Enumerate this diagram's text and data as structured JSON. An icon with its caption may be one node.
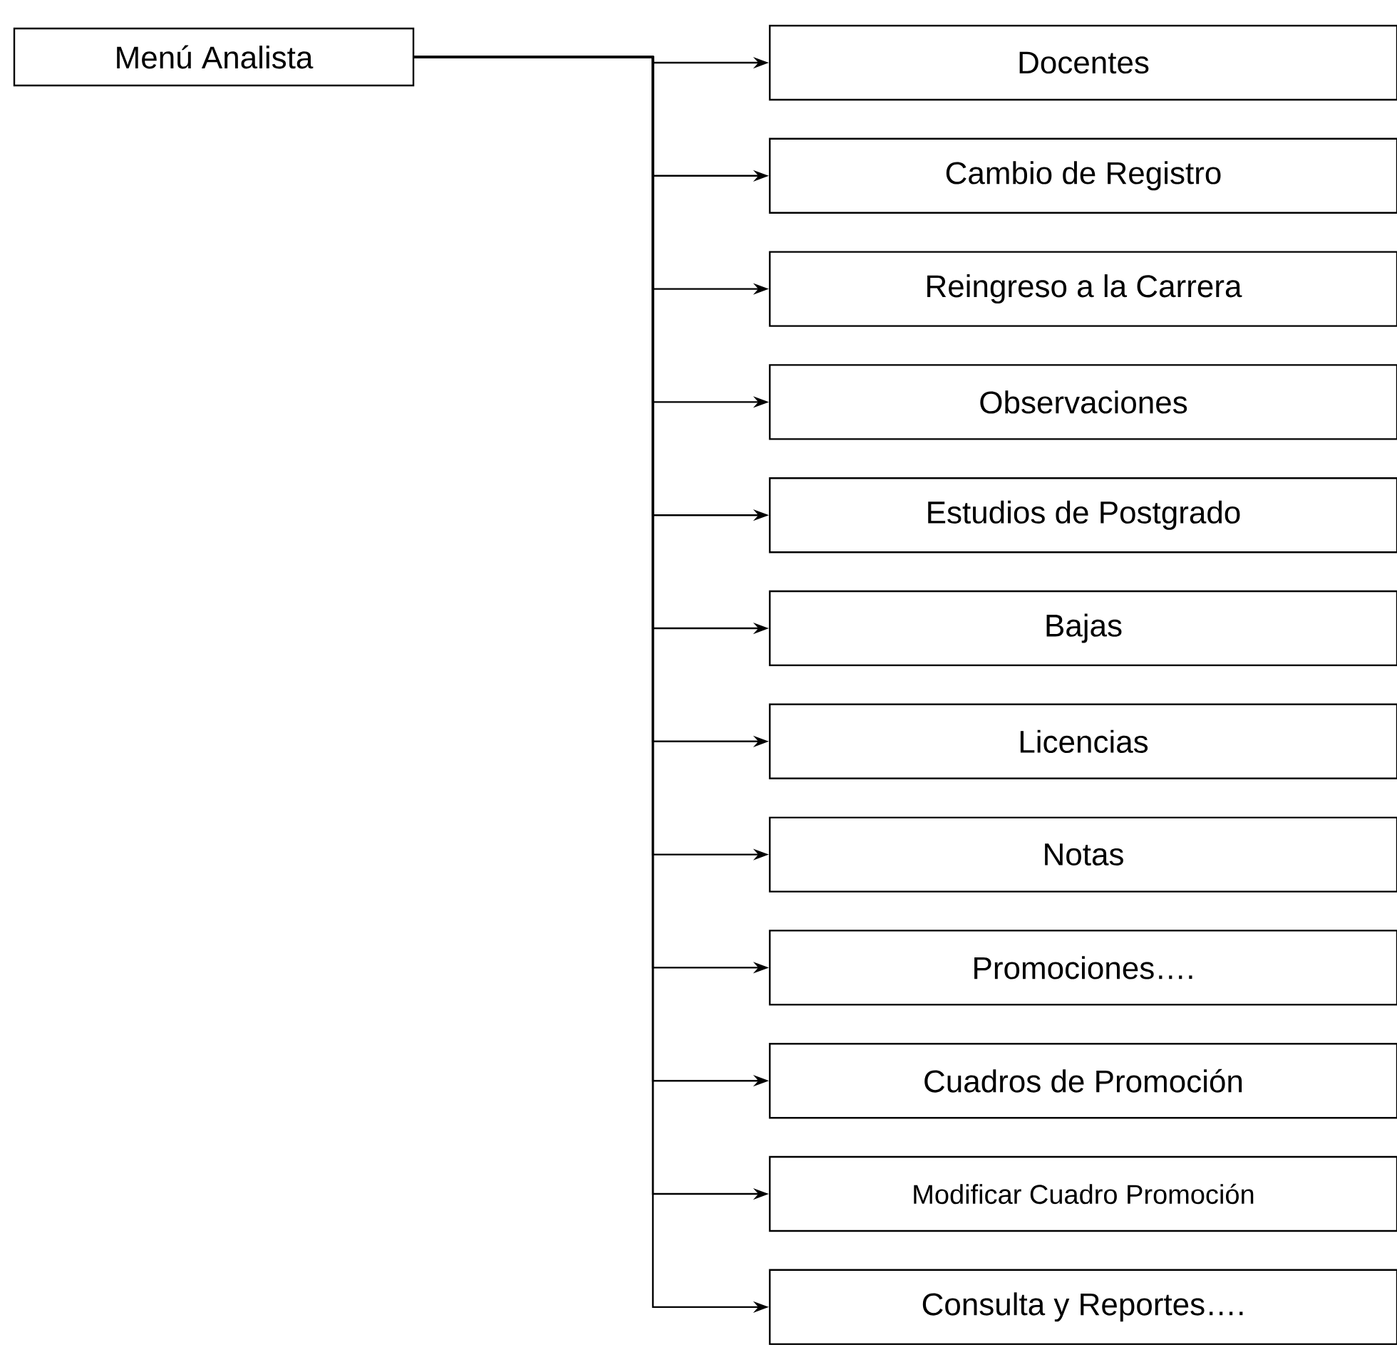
{
  "diagram": {
    "nodes": [
      {
        "text": [
          "Menú Analista"
        ]
      },
      {
        "text": [
          "Docentes"
        ]
      },
      {
        "text": [
          "Cambio de Registro"
        ]
      },
      {
        "text": [
          "Reingreso a la Carrera"
        ]
      },
      {
        "text": [
          "Observaciones"
        ]
      },
      {
        "text": [
          "Estudios de Postgrado"
        ]
      },
      {
        "text": [
          "Bajas"
        ]
      },
      {
        "text": [
          "Licencias"
        ]
      },
      {
        "text": [
          "Notas"
        ]
      },
      {
        "text": [
          "Promociones…."
        ]
      },
      {
        "text": [
          "Cuadros de Promoción"
        ]
      },
      {
        "text": [
          "Modificar Cuadro Promoción"
        ]
      },
      {
        "text": [
          "Consulta y Reportes…."
        ]
      }
    ],
    "edges": [
      {
        "from": 0,
        "to": 1,
        "arrow": "to"
      },
      {
        "from": 0,
        "to": 2,
        "arrow": "to"
      },
      {
        "from": 0,
        "to": 3,
        "arrow": "to"
      },
      {
        "from": 0,
        "to": 4,
        "arrow": "to"
      },
      {
        "from": 0,
        "to": 5,
        "arrow": "to"
      },
      {
        "from": 0,
        "to": 6,
        "arrow": "to"
      },
      {
        "from": 0,
        "to": 7,
        "arrow": "to"
      },
      {
        "from": 0,
        "to": 8,
        "arrow": "to"
      },
      {
        "from": 0,
        "to": 9,
        "arrow": "to"
      },
      {
        "from": 0,
        "to": 10,
        "arrow": "to"
      },
      {
        "from": 0,
        "to": 11,
        "arrow": "to"
      },
      {
        "from": 0,
        "to": 12,
        "arrow": "to"
      }
    ]
  }
}
